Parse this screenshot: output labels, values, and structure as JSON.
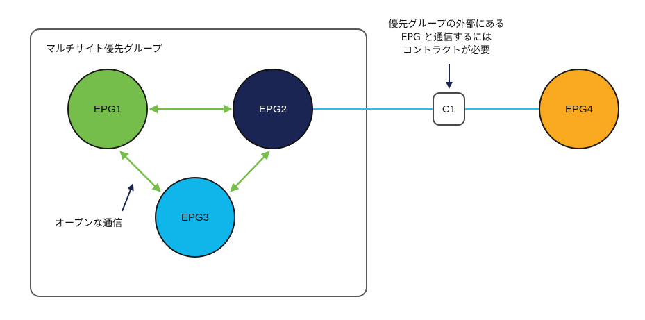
{
  "group": {
    "title": "マルチサイト優先グループ"
  },
  "nodes": {
    "epg1": "EPG1",
    "epg2": "EPG2",
    "epg3": "EPG3",
    "epg4": "EPG4",
    "contract": "C1"
  },
  "labels": {
    "open_communication": "オープンな通信"
  },
  "note": {
    "line1": "優先グループの外部にある",
    "line2": "EPG と通信するには",
    "line3": "コントラクトが必要"
  },
  "colors": {
    "epg1": "#76be4b",
    "epg2": "#1a2553",
    "epg3": "#10b5ea",
    "epg4": "#f8a91f",
    "arrow_green": "#76be4b",
    "link_cyan": "#2ebde8",
    "pointer_navy": "#1a2553",
    "box_border": "#5a5a5a"
  }
}
